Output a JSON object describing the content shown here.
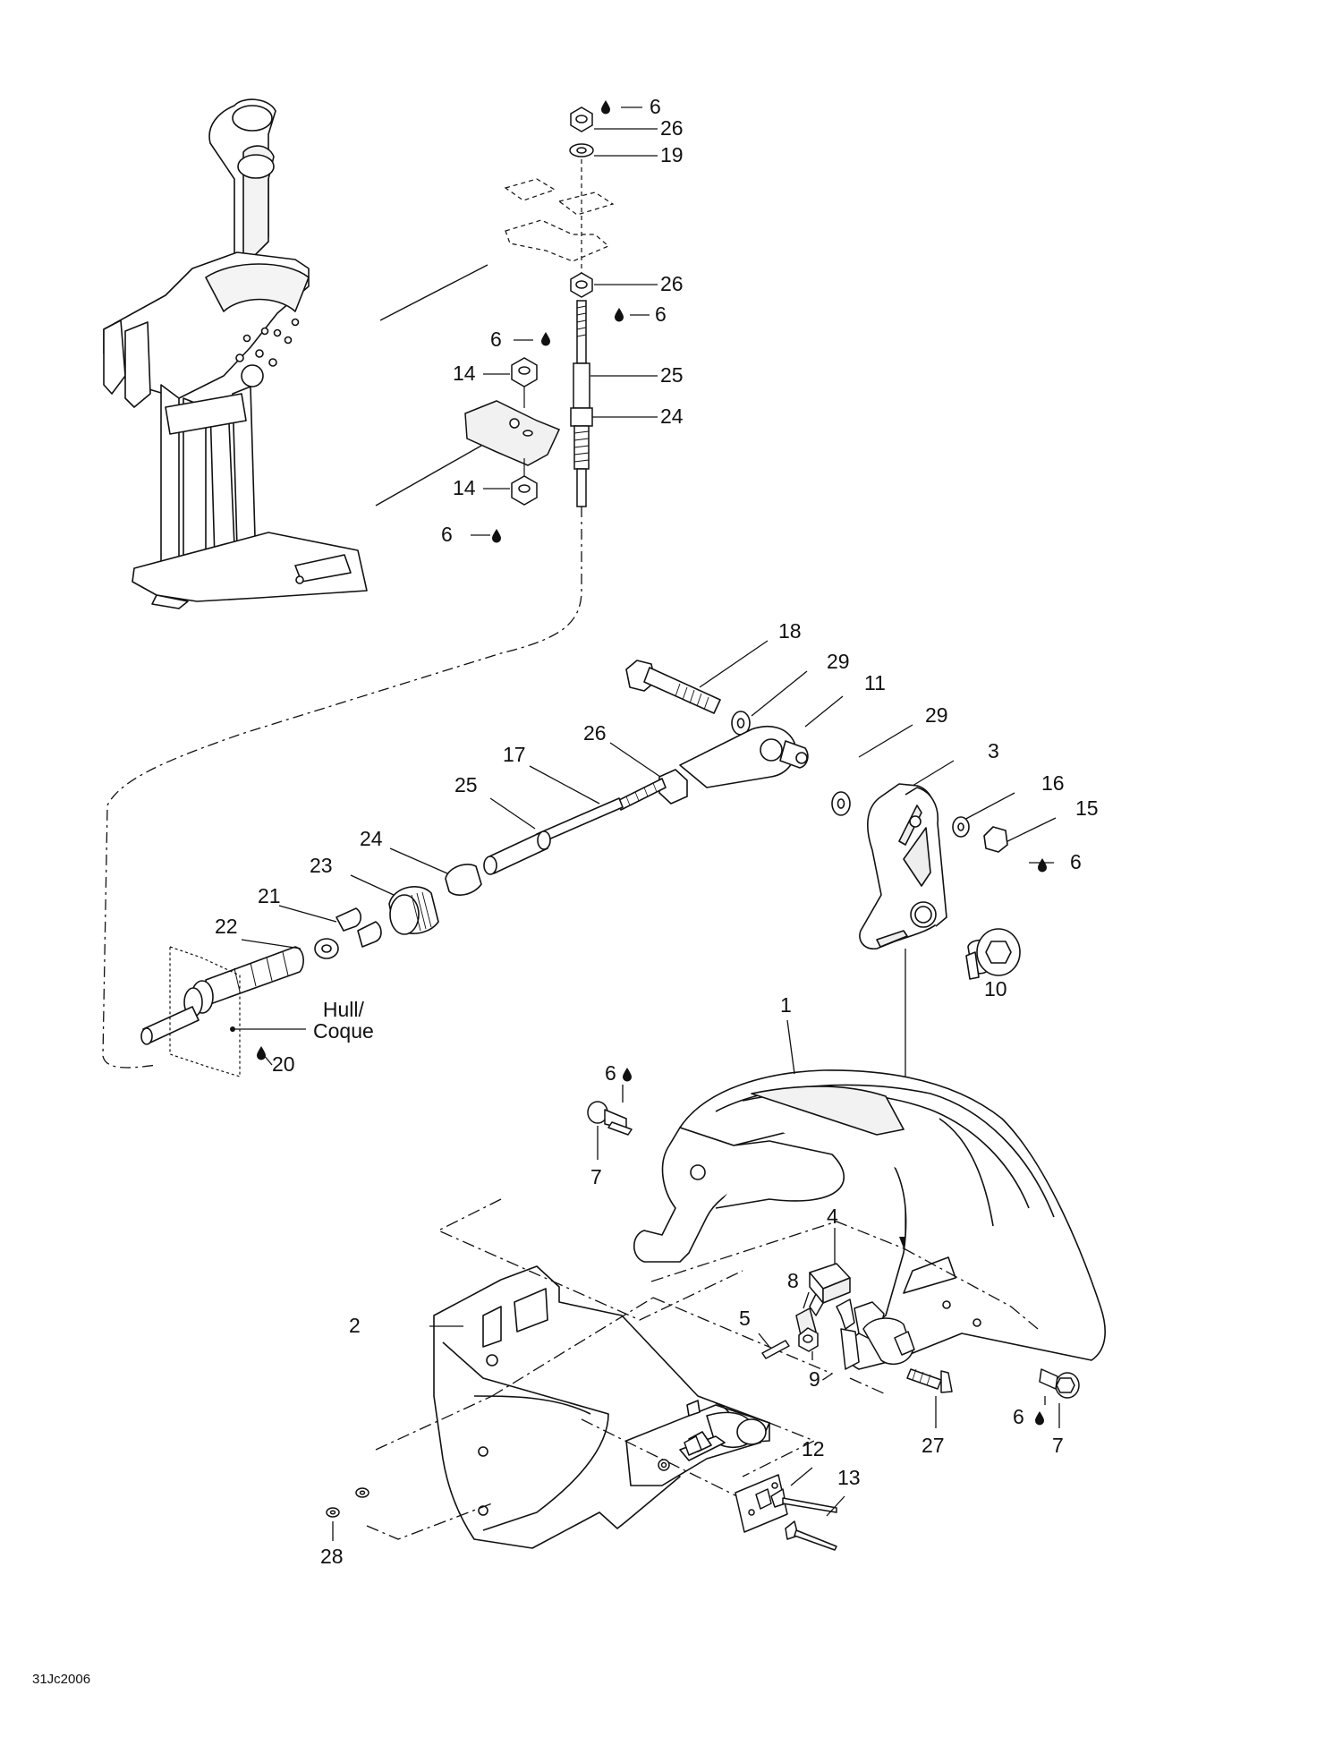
{
  "diagram": {
    "callouts": [
      "6",
      "26",
      "19",
      "26",
      "6",
      "6",
      "14",
      "25",
      "24",
      "14",
      "6",
      "18",
      "29",
      "11",
      "26",
      "29",
      "17",
      "3",
      "25",
      "16",
      "15",
      "24",
      "6",
      "23",
      "21",
      "22",
      "10",
      "Hull/",
      "Coque",
      "20",
      "1",
      "6",
      "7",
      "4",
      "8",
      "5",
      "2",
      "9",
      "6",
      "27",
      "7",
      "12",
      "13",
      "28"
    ],
    "hull_label": {
      "line1": "Hull/",
      "line2": "Coque"
    },
    "reference_code": "31Jc2006"
  }
}
